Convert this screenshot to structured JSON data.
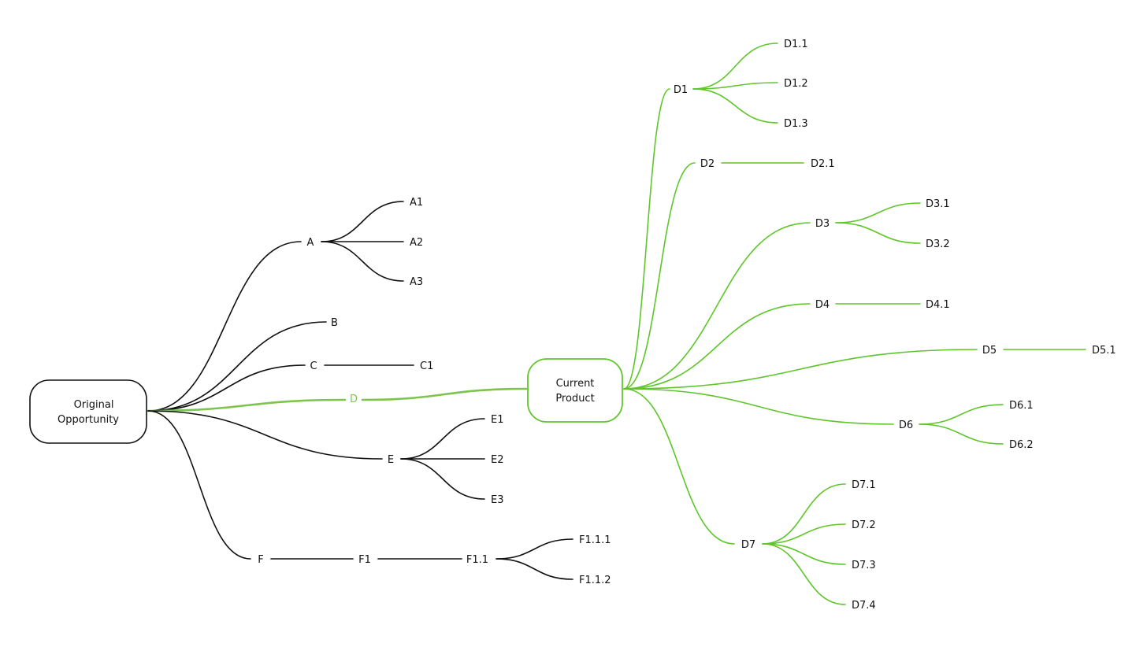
{
  "colors": {
    "black_branch": "#111111",
    "green_branch": "#5ec62a",
    "highlight_branch": "#7dc44f",
    "text": "#111111",
    "highlight_text": "#7dc44f",
    "background": "#ffffff"
  },
  "root_nodes": {
    "original": {
      "line1": "Original",
      "line2": "Opportunity"
    },
    "current": {
      "line1": "Current",
      "line2": "Product"
    }
  },
  "left_branches": {
    "A": "A",
    "A1": "A1",
    "A2": "A2",
    "A3": "A3",
    "B": "B",
    "C": "C",
    "C1": "C1",
    "D": "D",
    "E": "E",
    "E1": "E1",
    "E2": "E2",
    "E3": "E3",
    "F": "F",
    "F1": "F1",
    "F11": "F1.1",
    "F111": "F1.1.1",
    "F112": "F1.1.2"
  },
  "right_branches": {
    "D1": "D1",
    "D11": "D1.1",
    "D12": "D1.2",
    "D13": "D1.3",
    "D2": "D2",
    "D21": "D2.1",
    "D3": "D3",
    "D31": "D3.1",
    "D32": "D3.2",
    "D4": "D4",
    "D41": "D4.1",
    "D5": "D5",
    "D51": "D5.1",
    "D6": "D6",
    "D61": "D6.1",
    "D62": "D6.2",
    "D7": "D7",
    "D71": "D7.1",
    "D72": "D7.2",
    "D73": "D7.3",
    "D74": "D7.4"
  }
}
